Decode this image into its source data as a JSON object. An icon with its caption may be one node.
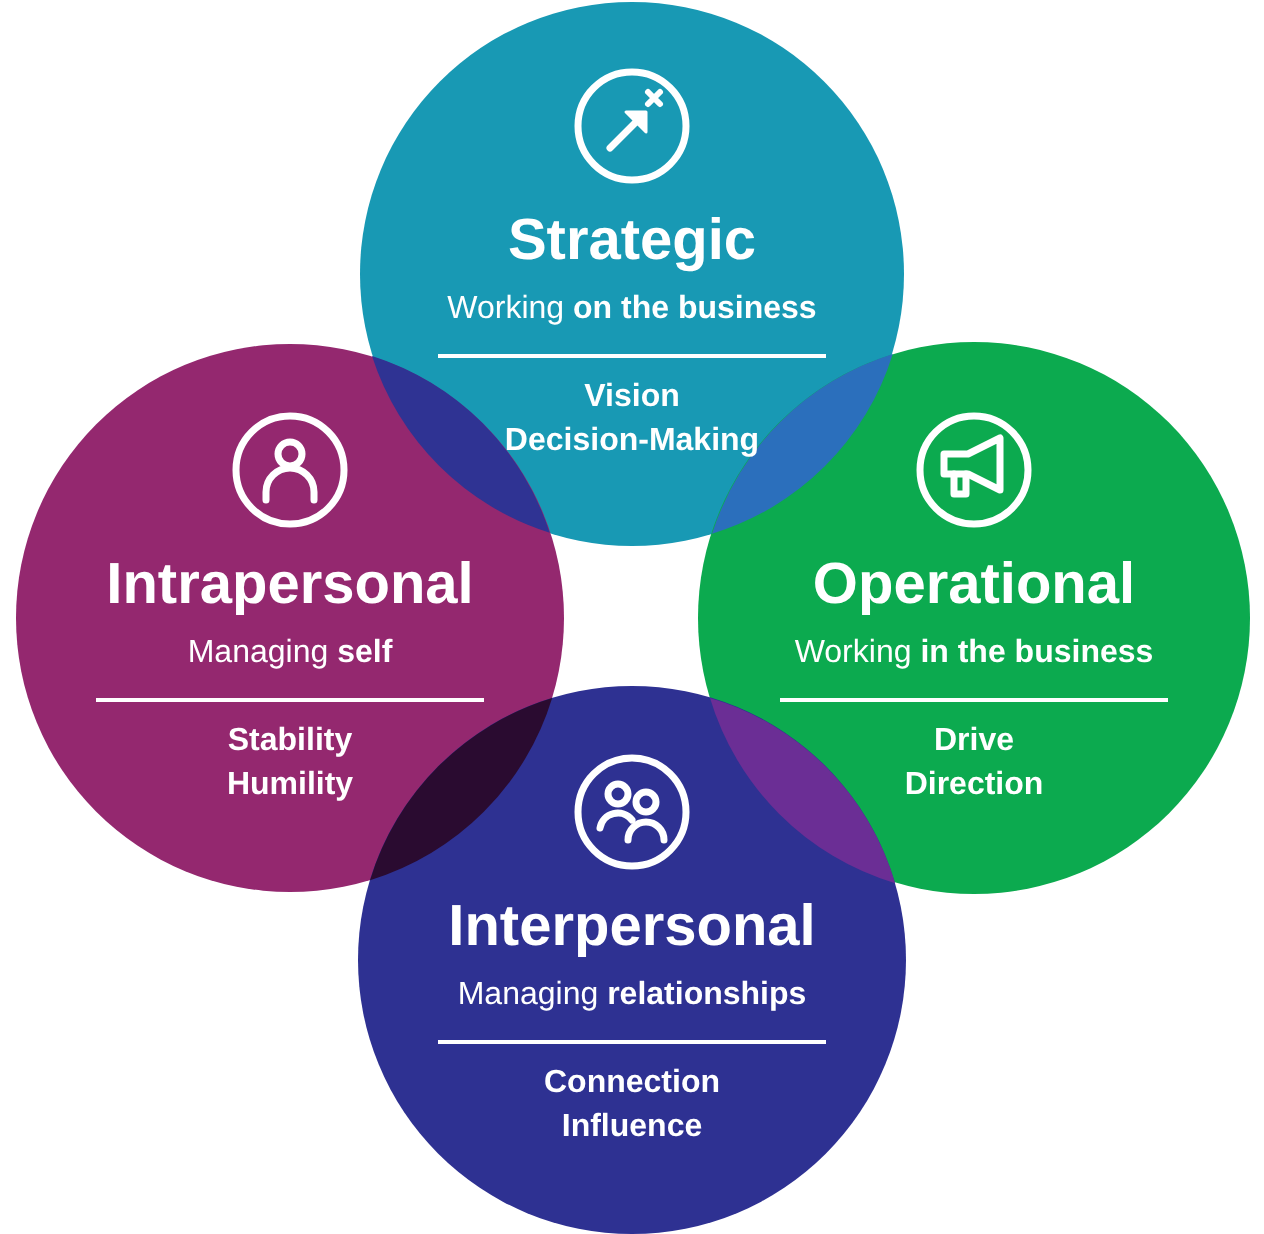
{
  "diagram": {
    "nodes": [
      {
        "text": [
          "Strategic",
          "Working **on the business**",
          "Vision",
          "Decision-Making"
        ]
      },
      {
        "text": [
          "Intrapersonal",
          "Managing **self**",
          "Stability",
          "Humility"
        ]
      },
      {
        "text": [
          "Operational",
          "Working **in the business**",
          "Drive",
          "Direction"
        ]
      },
      {
        "text": [
          "Interpersonal",
          "Managing **relationships**",
          "Connection",
          "Influence"
        ]
      },
      {
        "text": [],
        "shape": "lens"
      },
      {
        "text": [],
        "shape": "lens"
      },
      {
        "text": [],
        "shape": "lens"
      },
      {
        "text": [],
        "shape": "lens"
      }
    ]
  }
}
